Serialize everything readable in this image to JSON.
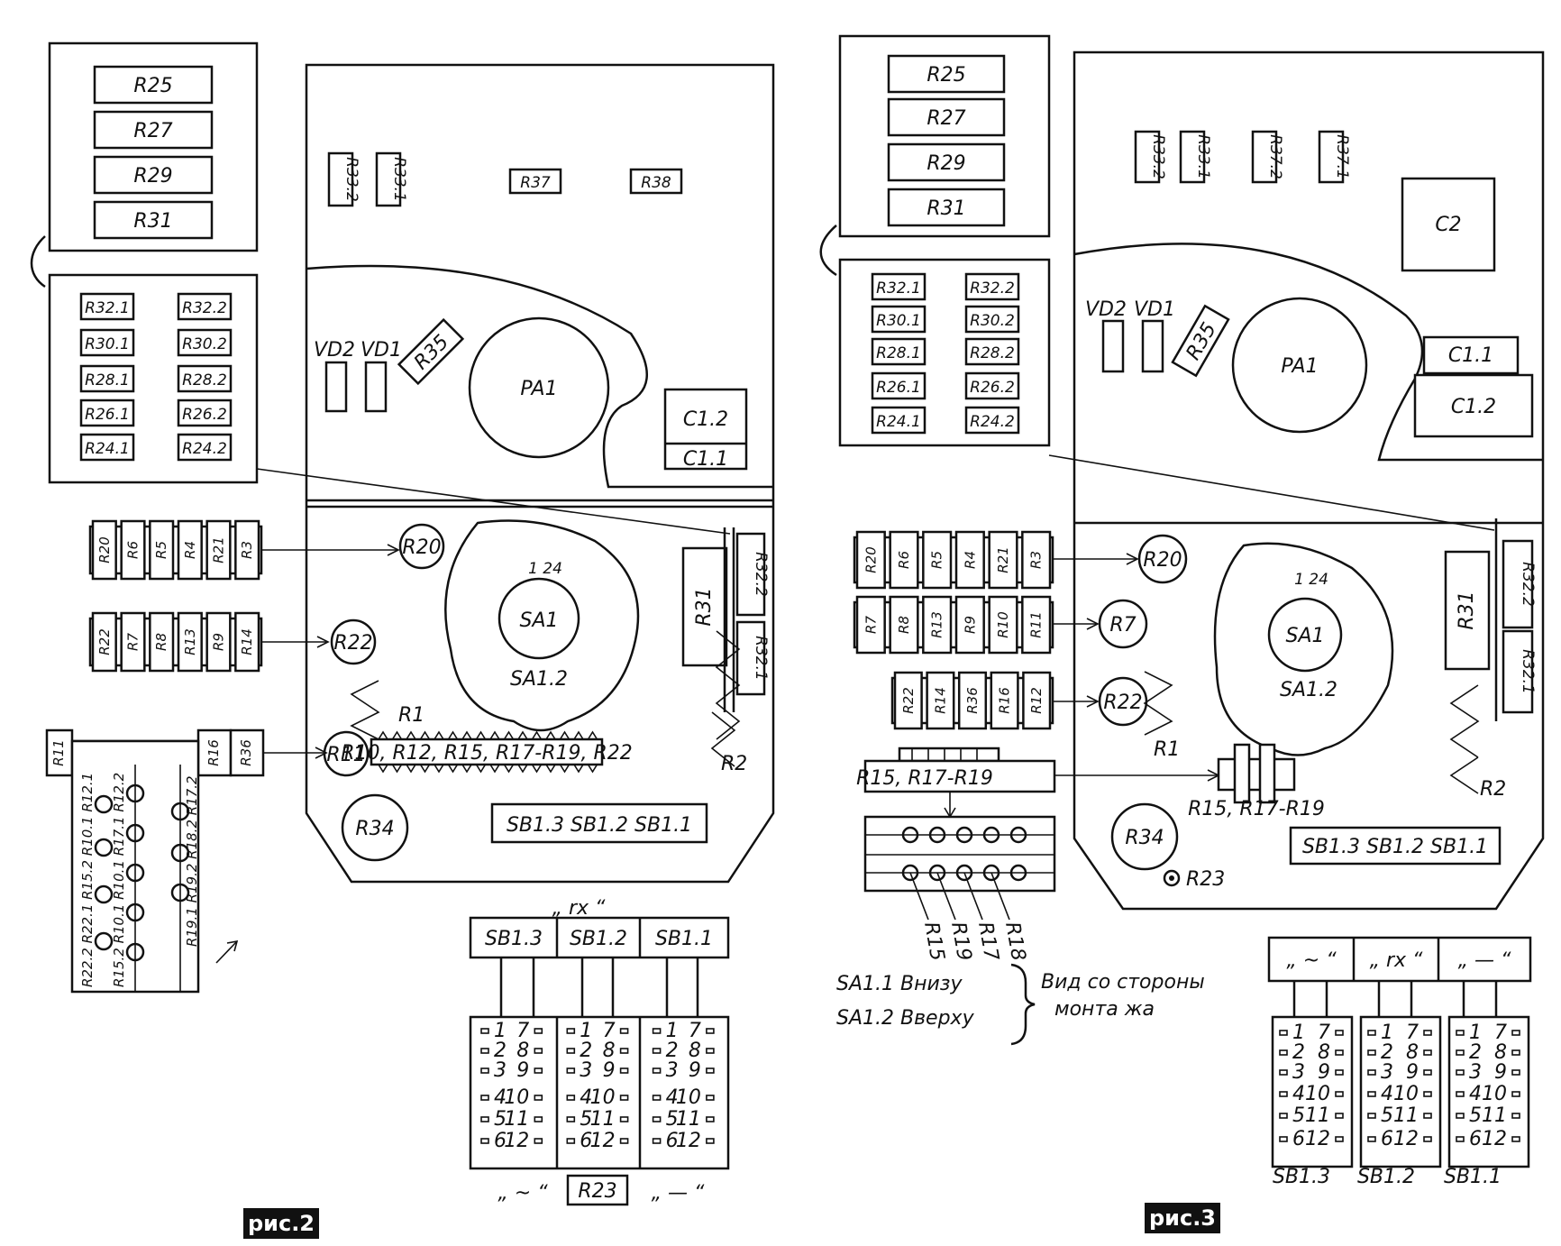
{
  "figures": [
    {
      "id": "fig2",
      "caption": "рис.2",
      "block_top": [
        "R25",
        "R27",
        "R29",
        "R31"
      ],
      "block_pairs": [
        [
          "R32.1",
          "R32.2"
        ],
        [
          "R30.1",
          "R30.2"
        ],
        [
          "R28.1",
          "R28.2"
        ],
        [
          "R26.1",
          "R26.2"
        ],
        [
          "R24.1",
          "R24.2"
        ]
      ],
      "top_row": [
        "R33.2",
        "R33.1",
        "R37",
        "R38"
      ],
      "diodes": [
        "VD2",
        "VD1"
      ],
      "r35": "R35",
      "meter": "PA1",
      "caps": [
        "C1.2",
        "C1.1"
      ],
      "strip1": [
        "R20",
        "R6",
        "R5",
        "R4",
        "R21",
        "R3"
      ],
      "strip1_target": "R20",
      "strip2": [
        "R22",
        "R7",
        "R8",
        "R13",
        "R9",
        "R14"
      ],
      "strip2_target": "R22",
      "strip3_left": "R11",
      "strip3_right": [
        "R16",
        "R36"
      ],
      "strip3_target": "R11",
      "switch": "SA1",
      "switch_sub": "SA1.2",
      "switch_pos": "1 24",
      "r31": "R31",
      "r32_2": "R32.2",
      "r32_1": "R32.1",
      "r1": "R1",
      "r2": "R2",
      "comb_label": "R10, R12, R15, R17-R19, R22",
      "r34": "R34",
      "sb_label": "SB1.3  SB1.2  SB1.1",
      "ladder_col1": "R22.2 R22.1 R15.2 R10.1 R12.1",
      "ladder_col2": "R15.2 R10.1 R10.1 R17.1 R12.2",
      "ladder_col3": "R19.1 R19.2 R18.2 R17.2",
      "rx_label": "„ rx “",
      "sb_buttons": [
        "SB1.3",
        "SB1.2",
        "SB1.1"
      ],
      "contacts_left": [
        "1",
        "2",
        "3",
        "4",
        "5",
        "6"
      ],
      "contacts_right": [
        "7",
        "8",
        "9",
        "10",
        "11",
        "12"
      ],
      "bottom_left": "„ ~ “",
      "bottom_mid": "R23",
      "bottom_right": "„ — “"
    },
    {
      "id": "fig3",
      "caption": "рис.3",
      "block_top": [
        "R25",
        "R27",
        "R29",
        "R31"
      ],
      "block_pairs": [
        [
          "R32.1",
          "R32.2"
        ],
        [
          "R30.1",
          "R30.2"
        ],
        [
          "R28.1",
          "R28.2"
        ],
        [
          "R26.1",
          "R26.2"
        ],
        [
          "R24.1",
          "R24.2"
        ]
      ],
      "top_row": [
        "R33.2",
        "R33.1",
        "R37.2",
        "R37.1"
      ],
      "c2": "C2",
      "diodes": [
        "VD2",
        "VD1"
      ],
      "r35": "R35",
      "meter": "PA1",
      "caps": [
        "C1.1",
        "C1.2"
      ],
      "strip1": [
        "R20",
        "R6",
        "R5",
        "R4",
        "R21",
        "R3"
      ],
      "strip1_target": "R20",
      "strip2": [
        "R7",
        "R8",
        "R13",
        "R9",
        "R10",
        "R11"
      ],
      "strip2_target": "R7",
      "strip3": [
        "R22",
        "R14",
        "R36",
        "R16",
        "R12"
      ],
      "strip3_target": "R22",
      "r15_bar": "R15, R17-R19",
      "r15_target": "R15, R17-R19",
      "pins": [
        "R15",
        "R19",
        "R17",
        "R18"
      ],
      "switch": "SA1",
      "switch_sub": "SA1.2",
      "switch_pos": "1 24",
      "r31": "R31",
      "r32_2": "R32.2",
      "r32_1": "R32.1",
      "r1": "R1",
      "r2": "R2",
      "r34": "R34",
      "r23": "R23",
      "sb_label": "SB1.3  SB1.2  SB1.1",
      "note_line1": "SA1.1  Внизу",
      "note_line2": "SA1.2  Вверху",
      "note_side1": "Вид  со стороны",
      "note_side2": "монта жа",
      "sb_heads": [
        "„ ~ “",
        "„ rx “",
        "„ — “"
      ],
      "contacts_left": [
        "1",
        "2",
        "3",
        "4",
        "5",
        "6"
      ],
      "contacts_right": [
        "7",
        "8",
        "9",
        "10",
        "11",
        "12"
      ],
      "sb_buttons": [
        "SB1.3",
        "SB1.2",
        "SB1.1"
      ]
    }
  ]
}
